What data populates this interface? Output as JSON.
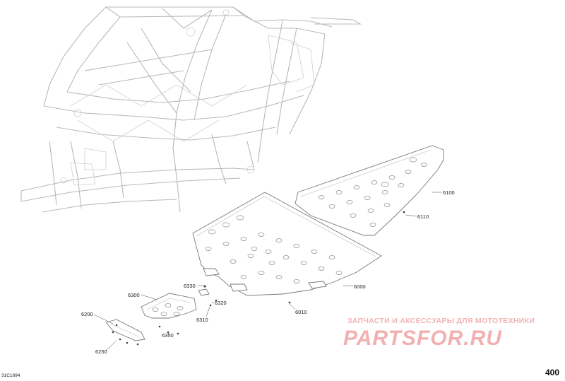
{
  "diagram_code": "31C1894",
  "page_number": "400",
  "watermark": {
    "line1": "ЗАПЧАСТИ И АКСЕССУАРЫ ДЛЯ МОТОТЕХНИКИ",
    "line2": "PARTSFOR.RU"
  },
  "callouts": [
    {
      "id": "6100",
      "text": "6100"
    },
    {
      "id": "6110",
      "text": "6110"
    },
    {
      "id": "6000",
      "text": "6000"
    },
    {
      "id": "6010",
      "text": "6010"
    },
    {
      "id": "6330",
      "text": "6330"
    },
    {
      "id": "6300",
      "text": "6300"
    },
    {
      "id": "6320",
      "text": "6320"
    },
    {
      "id": "6310",
      "text": "6310"
    },
    {
      "id": "6200",
      "text": "6200"
    },
    {
      "id": "6350",
      "text": "6350"
    },
    {
      "id": "6250",
      "text": "6250"
    }
  ]
}
